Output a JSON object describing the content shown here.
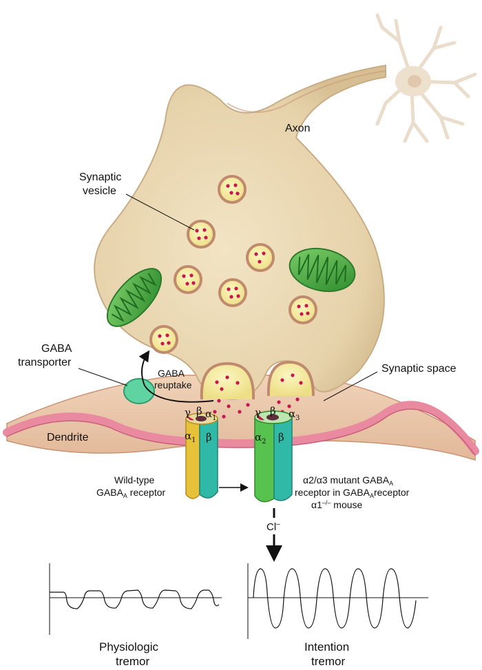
{
  "labels": {
    "axon": "Axon",
    "synaptic_vesicle_line1": "Synaptic",
    "synaptic_vesicle_line2": "vesicle",
    "gaba_transporter_line1": "GABA",
    "gaba_transporter_line2": "transporter",
    "gaba_reuptake_line1": "GABA",
    "gaba_reuptake_line2": "reuptake",
    "synaptic_space": "Synaptic space",
    "dendrite": "Dendrite",
    "wild_type_line1": "Wild-type",
    "wild_type_line2_prefix": "GABA",
    "wild_type_line2_sub": "A",
    "wild_type_line2_suffix": " receptor",
    "mutant_line1_prefix": "α2/α3 mutant GABA",
    "mutant_line1_sub": "A",
    "mutant_line2_prefix": "receptor in GABA",
    "mutant_line2_sub": "A",
    "mutant_line2_suffix": "receptor",
    "mutant_line3_prefix": "α1",
    "mutant_line3_sup": "–/–",
    "mutant_line3_suffix": " mouse",
    "chloride": "Cl",
    "chloride_sup": "–",
    "physiologic_line1": "Physiologic",
    "physiologic_line2": "tremor",
    "intention_line1": "Intention",
    "intention_line2": "tremor"
  },
  "subunits": {
    "wild_type": {
      "gamma": "γ",
      "beta_top": "β",
      "alpha_top": "α",
      "alpha_top_sub": "1",
      "alpha_side": "α",
      "alpha_side_sub": "1",
      "beta_side": "β"
    },
    "mutant": {
      "gamma": "γ",
      "beta_top": "β",
      "alpha_top": "α",
      "alpha_top_sub": "3",
      "alpha_side": "α",
      "alpha_side_sub": "2",
      "beta_side": "β"
    }
  },
  "colors": {
    "terminal_fill": "#ead9b5",
    "terminal_edge": "#c8ad86",
    "dendrite_pink": "#e98aa0",
    "postsynaptic_fill": "#ecc9ad",
    "vesicle_fill": "#f4eda0",
    "vesicle_ring": "#c08a6e",
    "gaba_dot": "#c8174f",
    "mito_green": "#3aa33a",
    "transporter": "#5fd4a2",
    "receptor_yellow": "#e8c13a",
    "receptor_teal": "#2fb9a6",
    "receptor_green": "#58c24e",
    "receptor_red": "#c01f46"
  },
  "icons": [
    "neuron-cell-icon",
    "arrow-icon"
  ]
}
